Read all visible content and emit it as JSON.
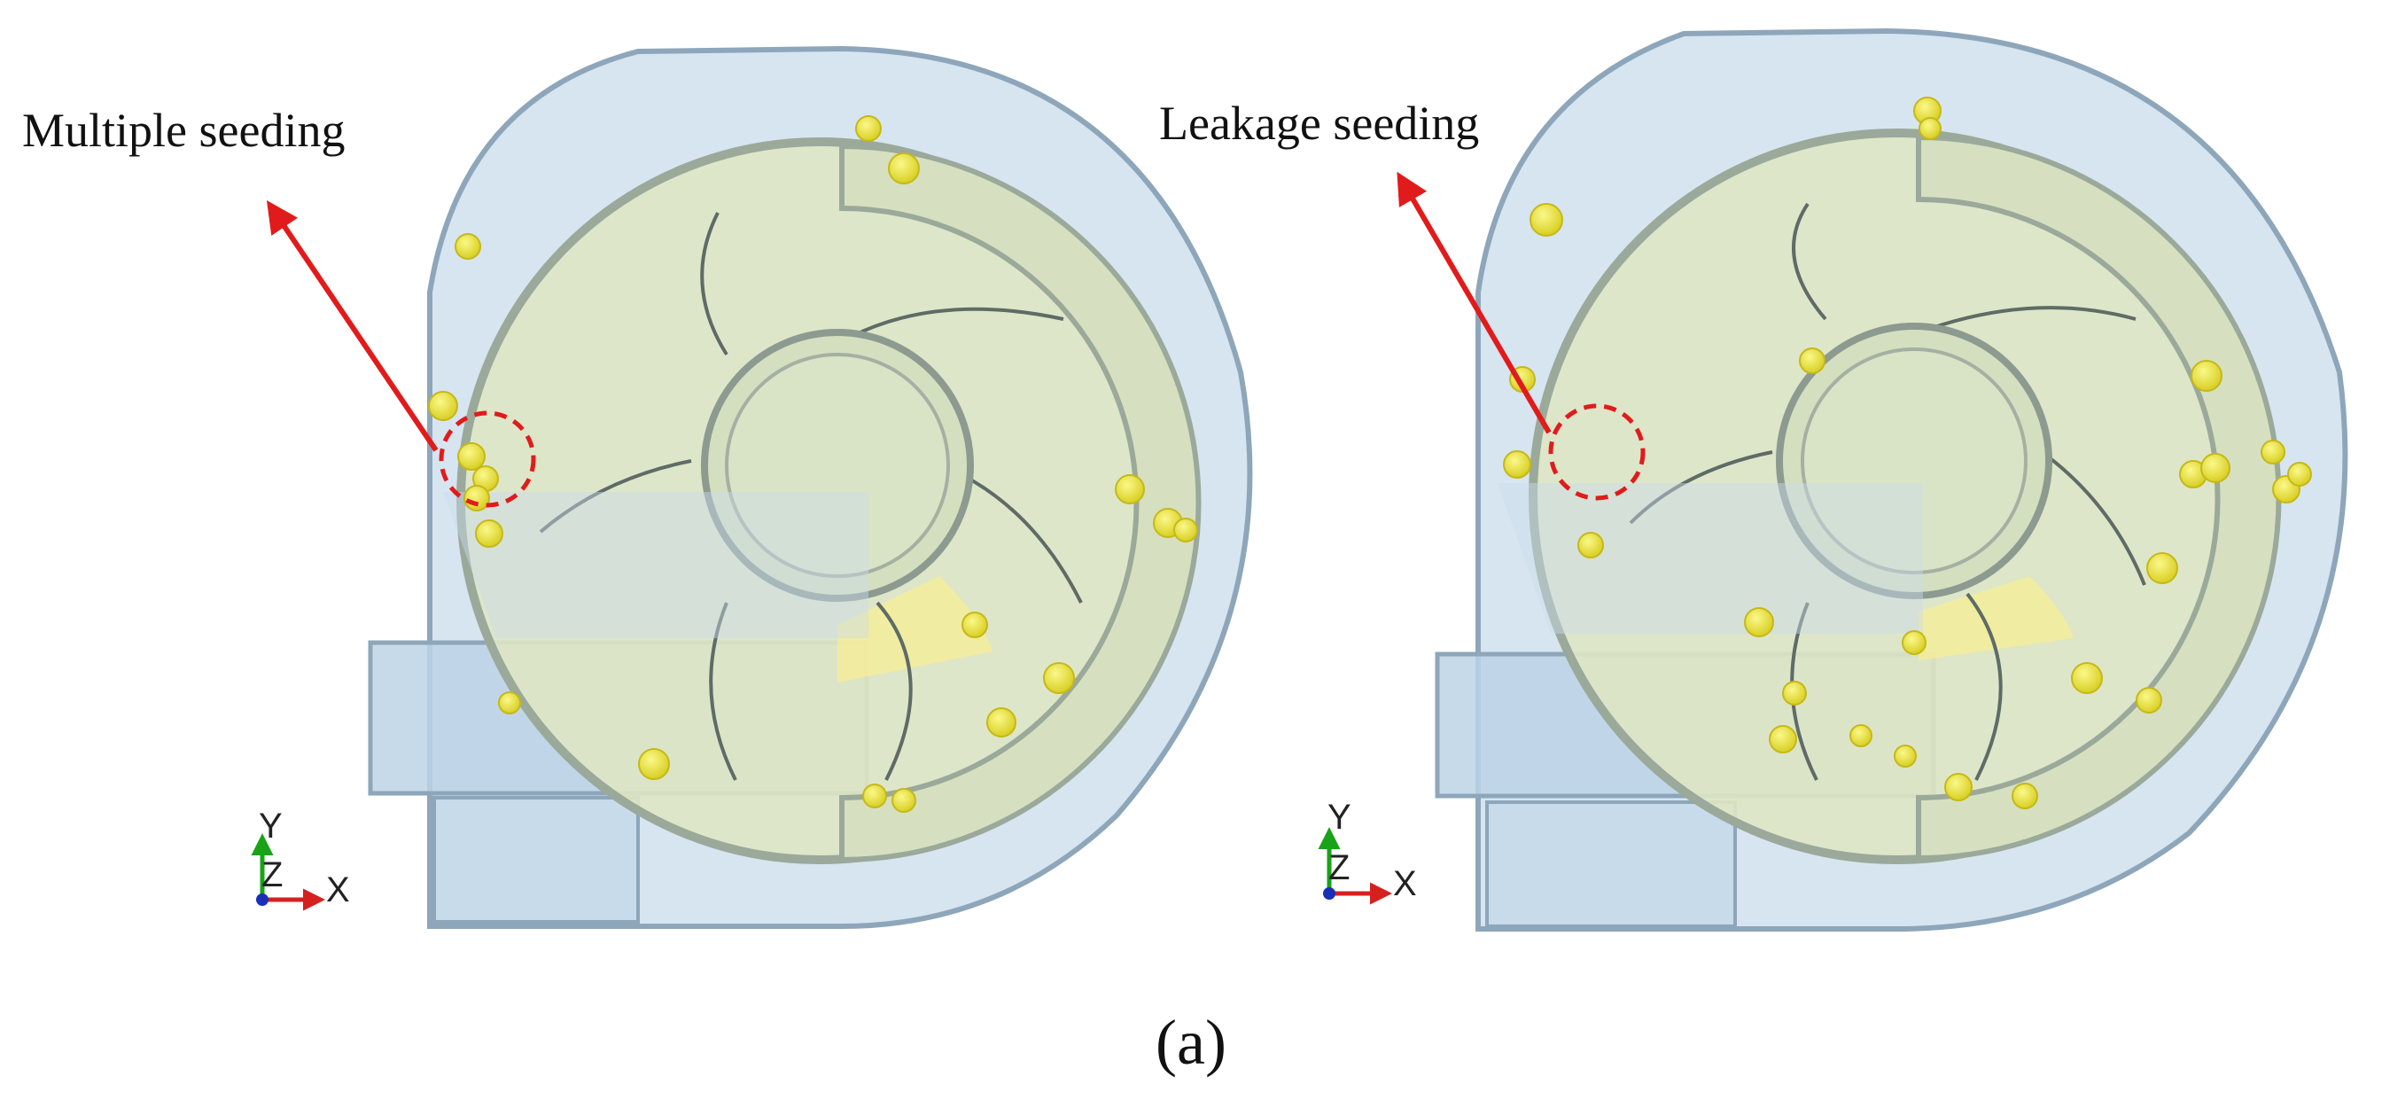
{
  "panels": [
    {
      "id": "left",
      "annotation": "Multiple seeding",
      "axes": {
        "x": "X",
        "y": "Y",
        "z": "Z"
      }
    },
    {
      "id": "right",
      "annotation": "Leakage seeding",
      "axes": {
        "x": "X",
        "y": "Y",
        "z": "Z"
      }
    }
  ],
  "caption": "(a)",
  "colors": {
    "casing": "#c9dcec",
    "casing_edge": "#8ea6ba",
    "impeller": "#dfe6c4",
    "hub": "#d4dfc0",
    "particle": "#e7e13f",
    "arrow": "#e11b1b",
    "axis_x": "#d62020",
    "axis_y": "#19a319",
    "axis_z": "#1a2fb8"
  },
  "icons": {
    "axis_triad": "xyz-axis-triad-icon"
  }
}
